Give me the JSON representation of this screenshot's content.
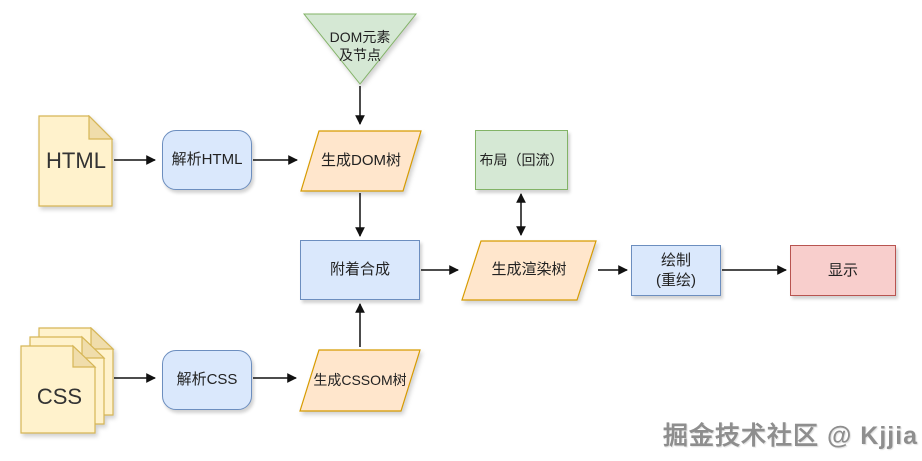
{
  "diagram": {
    "title_hint": "browser-rendering-flowchart",
    "background": "#ffffff",
    "nodes": {
      "dom_source": {
        "line1": "DOM元素",
        "line2": "及节点",
        "shape": "inverted-triangle",
        "fill": "#d5e8d4",
        "stroke": "#82b366"
      },
      "html_doc": {
        "label": "HTML",
        "shape": "document",
        "fill": "#fff2cc",
        "stroke": "#d6b656"
      },
      "parse_html": {
        "label": "解析HTML",
        "shape": "rounded-rect",
        "fill": "#dae8fc",
        "stroke": "#6c8ebf"
      },
      "dom_tree": {
        "label": "生成DOM树",
        "shape": "parallelogram",
        "fill": "#ffe6cc",
        "stroke": "#d79b00"
      },
      "layout": {
        "label": "布局（回流）",
        "shape": "rect",
        "fill": "#d5e8d4",
        "stroke": "#82b366"
      },
      "attach": {
        "label": "附着合成",
        "shape": "rect",
        "fill": "#dae8fc",
        "stroke": "#6c8ebf"
      },
      "render_tree": {
        "label": "生成渲染树",
        "shape": "parallelogram",
        "fill": "#ffe6cc",
        "stroke": "#d79b00"
      },
      "paint": {
        "line1": "绘制",
        "line2": "(重绘)",
        "shape": "rect",
        "fill": "#dae8fc",
        "stroke": "#6c8ebf"
      },
      "display": {
        "label": "显示",
        "shape": "rect",
        "fill": "#f8cecc",
        "stroke": "#b85450"
      },
      "css_doc": {
        "label": "CSS",
        "shape": "document-stack",
        "fill": "#fff2cc",
        "stroke": "#d6b656"
      },
      "parse_css": {
        "label": "解析CSS",
        "shape": "rounded-rect",
        "fill": "#dae8fc",
        "stroke": "#6c8ebf"
      },
      "cssom_tree": {
        "label": "生成CSSOM树",
        "shape": "parallelogram",
        "fill": "#ffe6cc",
        "stroke": "#d79b00"
      }
    },
    "edges": [
      {
        "from": "dom_source",
        "to": "dom_tree",
        "type": "arrow"
      },
      {
        "from": "html_doc",
        "to": "parse_html",
        "type": "arrow"
      },
      {
        "from": "parse_html",
        "to": "dom_tree",
        "type": "arrow"
      },
      {
        "from": "dom_tree",
        "to": "attach",
        "type": "arrow"
      },
      {
        "from": "cssom_tree",
        "to": "attach",
        "type": "arrow"
      },
      {
        "from": "attach",
        "to": "render_tree",
        "type": "arrow"
      },
      {
        "from": "layout",
        "to": "render_tree",
        "type": "double-arrow"
      },
      {
        "from": "render_tree",
        "to": "paint",
        "type": "arrow"
      },
      {
        "from": "paint",
        "to": "display",
        "type": "arrow"
      },
      {
        "from": "css_doc",
        "to": "parse_css",
        "type": "arrow"
      },
      {
        "from": "parse_css",
        "to": "cssom_tree",
        "type": "arrow"
      }
    ],
    "watermark": "掘金技术社区 @ Kjjia",
    "arrow_color": "#111111"
  }
}
